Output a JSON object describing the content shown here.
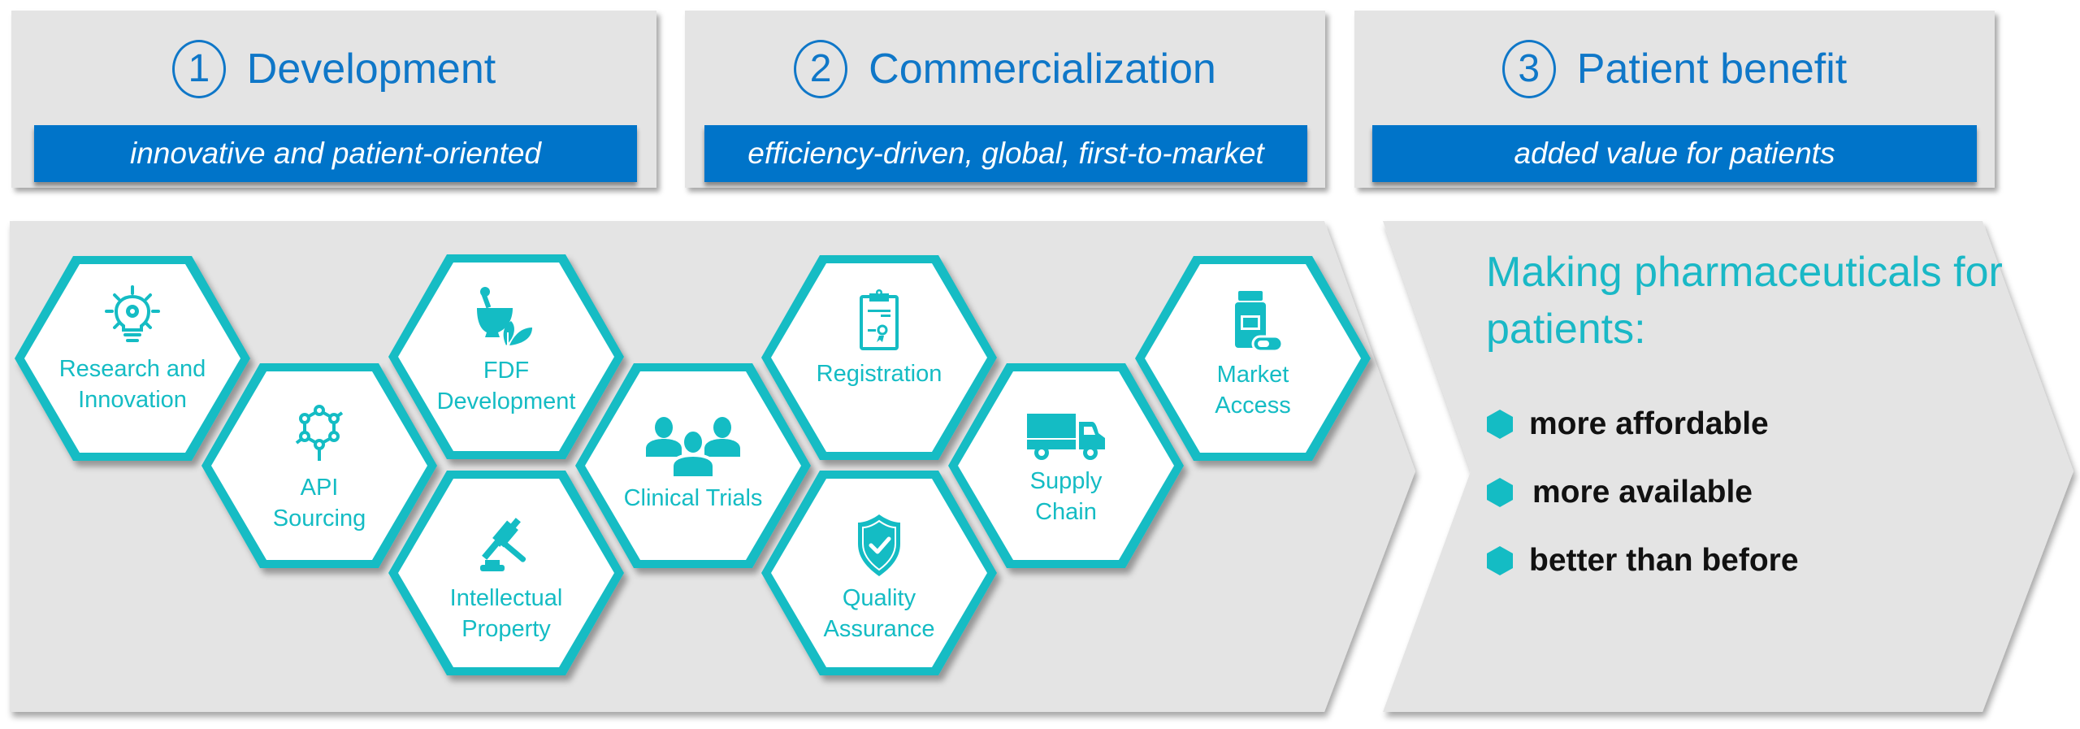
{
  "colors": {
    "phase_blue": "#0f77c8",
    "banner_blue": "#0074c9",
    "teal": "#14bcc4",
    "panel_gray": "#e4e4e4",
    "text_dark": "#111111"
  },
  "phases": [
    {
      "number": "1",
      "title": "Development",
      "subtitle": "innovative and patient-oriented"
    },
    {
      "number": "2",
      "title": "Commercialization",
      "subtitle": "efficiency-driven, global, first-to-market"
    },
    {
      "number": "3",
      "title": "Patient benefit",
      "subtitle": "added value for patients"
    }
  ],
  "value_chain": [
    {
      "label": "Research and\nInnovation",
      "icon": "lightbulb-gear-icon"
    },
    {
      "label": "API\nSourcing",
      "icon": "molecule-icon"
    },
    {
      "label": "FDF\nDevelopment",
      "icon": "mortar-pestle-leaf-icon"
    },
    {
      "label": "Intellectual\nProperty",
      "icon": "gavel-icon"
    },
    {
      "label": "Clinical Trials",
      "icon": "people-group-icon"
    },
    {
      "label": "Registration",
      "icon": "clipboard-certificate-icon"
    },
    {
      "label": "Quality\nAssurance",
      "icon": "shield-check-icon"
    },
    {
      "label": "Supply\nChain",
      "icon": "delivery-truck-icon"
    },
    {
      "label": "Market\nAccess",
      "icon": "medicine-bottle-pill-icon"
    }
  ],
  "benefit": {
    "heading": "Making pharmaceuticals for patients:",
    "items": [
      "more affordable",
      "more available",
      "better than before"
    ]
  }
}
